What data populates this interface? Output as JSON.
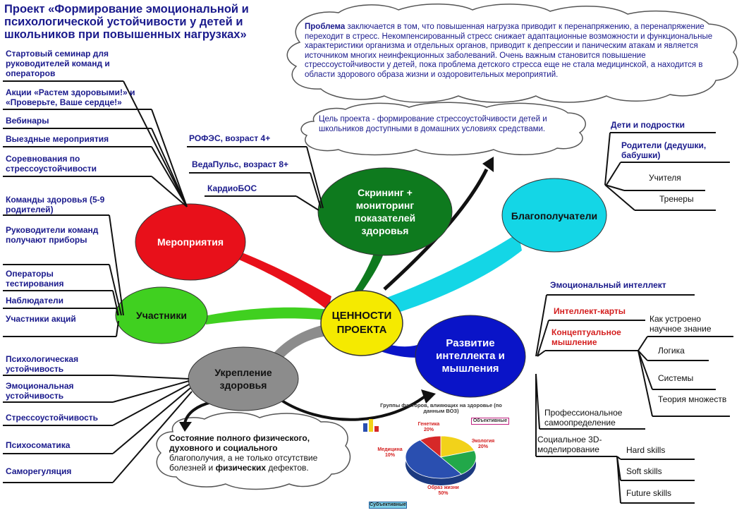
{
  "title": "Проект «Формирование эмоциональной и психологической устойчивости у детей и школьников при повышенных нагрузках»",
  "problem": {
    "lead": "Проблема",
    "text": " заключается в том, что повышенная нагрузка приводит к перенапряжению, а перенапряжение переходит в стресс. Некомпенсированный стресс снижает адаптационные возможности и функциональные характеристики организма и отдельных органов, приводит к депрессии и паническим атакам и является источником многих неинфекционных заболеваний. Очень важным становится повышение стрессоустойчивости у детей, пока проблема детского стресса еще не стала медицинской, а находится в области здорового образа жизни и оздоровительных мероприятий."
  },
  "goal": "Цель проекта - формирование стрессоустойчивости детей и школьников доступными в домашних условиях средствами.",
  "health_definition": {
    "bold1": "Состояние полного физического, духовного и социального",
    "normal1": " благополучия, а не только отсутствие болезней и ",
    "bold2": "физических",
    "normal2": " дефектов."
  },
  "center": "ЦЕННОСТИ ПРОЕКТА",
  "nodes": {
    "events": "Мероприятия",
    "participants": "Участники",
    "screening": "Скрининг + мониторинг показателей здоровья",
    "beneficiaries": "Благополучатели",
    "intellect": "Развитие интеллекта и мышления",
    "health": "Укрепление здоровья"
  },
  "events_items": [
    "Стартовый семинар для руководителей команд и операторов",
    "Акции «Растем здоровыми!» и «Проверьте, Ваше сердце!»",
    "Вебинары",
    "Выездные мероприятия",
    "Соревнования по стрессоустойчивости"
  ],
  "participants_items": [
    "Команды здоровья (5-9 родителей)",
    "Руководители команд получают приборы",
    "Операторы тестирования",
    "Наблюдатели",
    "Участники акций"
  ],
  "screening_items": [
    "РОФЭС, возраст 4+",
    "ВедаПульс, возраст 8+",
    "КардиоБОС"
  ],
  "beneficiaries_items": [
    "Дети и подростки",
    "Родители (дедушки, бабушки)",
    "Учителя",
    "Тренеры"
  ],
  "intellect_items": {
    "emotional": "Эмоциональный интеллект",
    "mindmaps": "Интеллект-карты",
    "conceptual": "Концептуальное мышление",
    "sub": [
      "Как устроено научное знание",
      "Логика",
      "Системы",
      "Теория множеств"
    ],
    "professional": "Профессиональное самоопределение",
    "modeling": "Социальное 3D-моделирование",
    "skills": [
      "Hard skills",
      "Soft skills",
      "Future skills"
    ]
  },
  "health_items": [
    "Психологическая устойчивость",
    "Эмоциональная устойчивость",
    "Стрессоустойчивость",
    "Психосоматика",
    "Саморегуляция"
  ],
  "pie": {
    "title": "Группы факторов, влияющих на здоровье (по данным ВОЗ)",
    "slices": [
      {
        "name": "Генетика",
        "value": 20,
        "color": "#f2d21a"
      },
      {
        "name": "Экология",
        "value": 20,
        "color": "#22a84a"
      },
      {
        "name": "Образ жизни",
        "value": 50,
        "color": "#2a4fb0"
      },
      {
        "name": "Медицина",
        "value": 10,
        "color": "#d62828"
      }
    ],
    "value_labels": [
      "20%",
      "20%",
      "50%",
      "10%"
    ],
    "tag_objective": "Объективные",
    "tag_subjective": "Субъективные"
  },
  "colors": {
    "events": "#e8101a",
    "participants": "#40d020",
    "screening": "#0e7a1e",
    "beneficiaries": "#14d6e6",
    "intellect": "#0a14c8",
    "health": "#8c8c8c",
    "center": "#f5ea00",
    "text_blue": "#1a1a8c"
  }
}
